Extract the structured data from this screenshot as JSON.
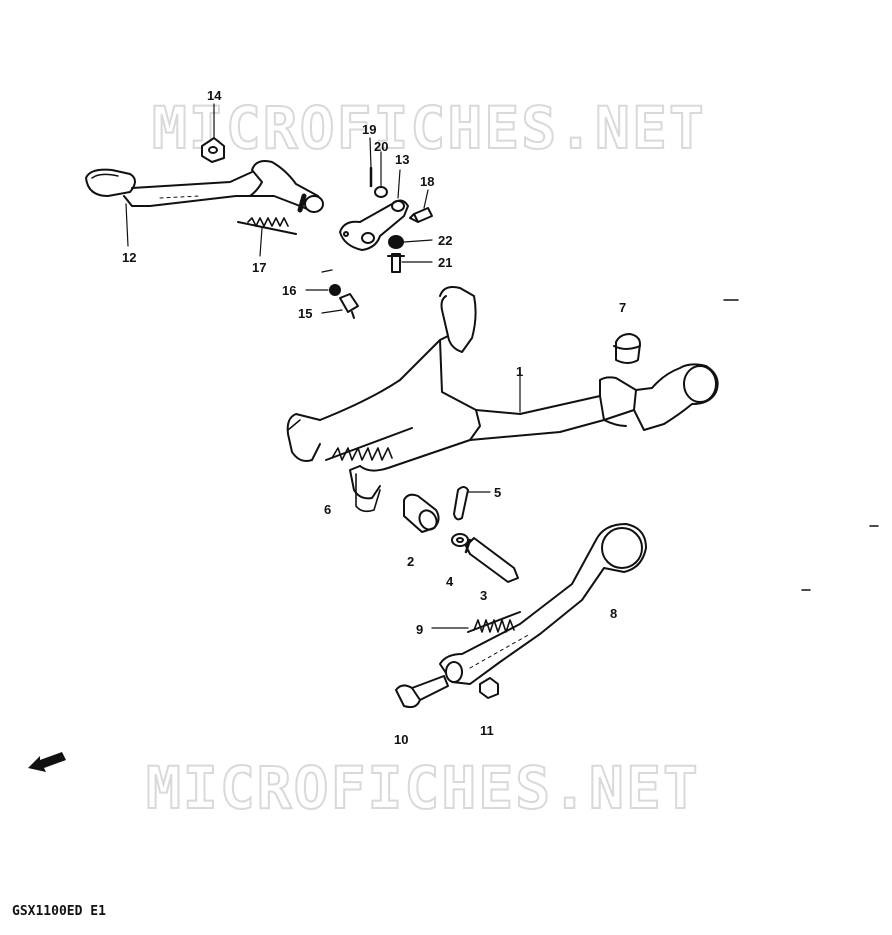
{
  "watermark": {
    "top_text": "MICROFICHES.NET",
    "bottom_text": "MICROFICHES.NET"
  },
  "footer": {
    "model_code": "GSX1100ED E1"
  },
  "callouts": {
    "p1": "1",
    "p2": "2",
    "p3": "3",
    "p4": "4",
    "p5": "5",
    "p6": "6",
    "p7": "7",
    "p8": "8",
    "p9": "9",
    "p10": "10",
    "p11": "11",
    "p12": "12",
    "p13": "13",
    "p14": "14",
    "p15": "15",
    "p16": "16",
    "p17": "17",
    "p18": "18",
    "p19": "19",
    "p20": "20",
    "p21": "21",
    "p22": "22"
  },
  "icons": {
    "direction": "front-arrow-icon"
  }
}
